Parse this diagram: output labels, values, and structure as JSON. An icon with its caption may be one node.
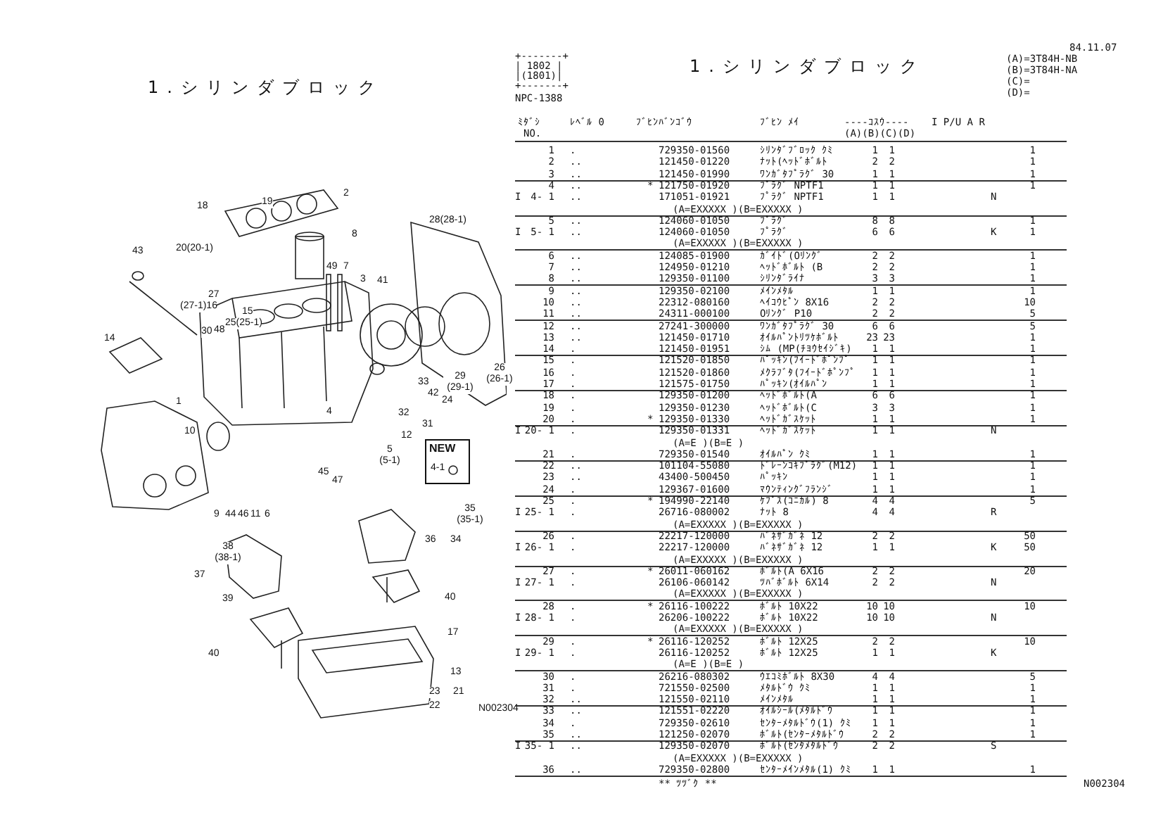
{
  "diagram": {
    "nodes": [
      {
        "text": [
          "NEW",
          "4-1"
        ]
      }
    ],
    "labels": [
      "1.シリンダブロック",
      "2",
      "18",
      "19",
      "28(28-1)",
      "8",
      "43",
      "20(20-1)",
      "49",
      "7",
      "3",
      "41",
      "27",
      "(27-1)16",
      "15",
      "25(25-1)",
      "30",
      "48",
      "14",
      "26 (26-1)",
      "29 (29-1)",
      "24",
      "42",
      "33",
      "1",
      "4",
      "32",
      "31",
      "10",
      "12",
      "5 (5-1)",
      "45",
      "47",
      "9",
      "44",
      "46",
      "11",
      "6",
      "35 (35-1)",
      "36",
      "34",
      "38 (38-1)",
      "37",
      "39",
      "40",
      "17",
      "40",
      "13",
      "23",
      "21",
      "22",
      "N002304",
      "+-------+",
      "| 1802 |",
      "|(1801)|",
      "+-------+",
      "NPC-1388",
      "1.シリンダブロック",
      "84.11.07",
      "(A)=3T84H-NB",
      "(B)=3T84H-NA",
      "(C)=",
      "(D)=",
      "ﾐﾀﾞｼ",
      "ﾚﾍﾞﾙ 0",
      "ﾌﾞﾋﾝﾊﾞﾝｺﾞｳ",
      "ﾌﾞﾋﾝ ﾒｲ",
      "----ｺｽｳ----",
      "I P/U A R",
      "NO.",
      "(A)(B)(C)(D)",
      "1",
      ".",
      "729350-01560",
      "ｼﾘﾝﾀﾞﾌﾞﾛｯｸ ｸﾐ",
      "1",
      "1",
      "1",
      "2",
      "..",
      "121450-01220",
      "ﾅｯﾄ(ﾍｯﾄﾞﾎﾞﾙﾄ",
      "2",
      "2",
      "1",
      "3",
      "..",
      "121450-01990",
      "ﾜﾝｶﾞﾀﾌﾟﾗｸﾞ 30",
      "1",
      "1",
      "1",
      "4",
      "..",
      "*",
      "121750-01920",
      "ﾌﾟﾗｸﾞ NPTF1",
      "1",
      "1",
      "1",
      "I",
      "4- 1",
      "..",
      "171051-01921",
      "ﾌﾟﾗｸﾞ NPTF1",
      "1",
      "1",
      "N",
      "(A=EXXXXX )(B=EXXXXX )",
      "5",
      "..",
      "124060-01050",
      "ﾌﾟﾗｸﾞ",
      "8",
      "8",
      "1",
      "I",
      "5- 1",
      "..",
      "124060-01050",
      "ﾌﾟﾗｸﾞ",
      "6",
      "6",
      "K",
      "1",
      "(A=EXXXXX )(B=EXXXXX )",
      "6",
      "..",
      "124085-01900",
      "ｶﾞｲﾄﾞ(Oﾘﾝｸﾞ",
      "2",
      "2",
      "1",
      "7",
      "..",
      "124950-01210",
      "ﾍｯﾄﾞﾎﾞﾙﾄ (B",
      "2",
      "2",
      "1",
      "8",
      "..",
      "129350-01100",
      "ｼﾘﾝﾀﾞﾗｲﾅ",
      "3",
      "3",
      "1",
      "9",
      "..",
      "129350-02100",
      "ﾒｲﾝﾒﾀﾙ",
      "1",
      "1",
      "1",
      "10",
      "..",
      "22312-080160",
      "ﾍｲｺｳﾋﾟﾝ 8X16",
      "2",
      "2",
      "10",
      "11",
      "..",
      "24311-000100",
      "Oﾘﾝｸﾞ P10",
      "2",
      "2",
      "5",
      "12",
      "..",
      "27241-300000",
      "ﾜﾝｶﾞﾀﾌﾟﾗｸﾞ 30",
      "6",
      "6",
      "5",
      "13",
      "..",
      "121450-01710",
      "ｵｲﾙﾊﾟﾝﾄﾘﾂｹﾎﾞﾙﾄ",
      "23",
      "23",
      "1",
      "14",
      ".",
      "121450-01951",
      "ｼﾑ (MP(ﾁﾖｳｾｲｼﾞｷ)",
      "1",
      "1",
      "1",
      "15",
      ".",
      "121520-01850",
      "ﾊﾟｯｷﾝ(ﾌｲｰﾄﾞﾎﾟﾝﾌﾟ",
      "1",
      "1",
      "1",
      "16",
      ".",
      "121520-01860",
      "ﾒｸﾗﾌﾞﾀ(ﾌｲｰﾄﾞﾎﾟﾝﾌﾟ",
      "1",
      "1",
      "1",
      "17",
      ".",
      "121575-01750",
      "ﾊﾟｯｷﾝ(ｵｲﾙﾊﾟﾝ",
      "1",
      "1",
      "1",
      "18",
      ".",
      "129350-01200",
      "ﾍｯﾄﾞﾎﾞﾙﾄ(A",
      "6",
      "6",
      "1",
      "19",
      ".",
      "129350-01230",
      "ﾍｯﾄﾞﾎﾞﾙﾄ(C",
      "3",
      "3",
      "1",
      "20",
      ".",
      "*",
      "129350-01330",
      "ﾍｯﾄﾞｶﾞｽｹｯﾄ",
      "1",
      "1",
      "1",
      "I",
      "20- 1",
      ".",
      "129350-01331",
      "ﾍｯﾄﾞｶﾞｽｹｯﾄ",
      "1",
      "1",
      "N",
      "(A=E )(B=E )",
      "21",
      ".",
      "729350-01540",
      "ｵｲﾙﾊﾟﾝ ｸﾐ",
      "1",
      "1",
      "1",
      "22",
      "..",
      "101104-55080",
      "ﾄﾞﾚｰﾝｺｷﾌﾟﾗｸﾞ(M12)",
      "1",
      "1",
      "1",
      "23",
      "..",
      "43400-500450",
      "ﾊﾟｯｷﾝ",
      "1",
      "1",
      "1",
      "24",
      ".",
      "129367-01600",
      "ﾏｳﾝﾃｨﾝｸﾞﾌﾗﾝｼﾞ",
      "1",
      "1",
      "1",
      "25",
      ".",
      "*",
      "194990-22140",
      "ｹﾌﾟｽ(ｺﾆｶﾙ) 8",
      "4",
      "4",
      "5",
      "I",
      "25- 1",
      ".",
      "26716-080002",
      "ﾅｯﾄ 8",
      "4",
      "4",
      "R",
      "(A=EXXXXX )(B=EXXXXX )",
      "26",
      ".",
      "22217-120000",
      "ﾊﾞﾈｻﾞｶﾞﾈ 12",
      "2",
      "2",
      "50",
      "I",
      "26- 1",
      ".",
      "22217-120000",
      "ﾊﾞﾈｻﾞｶﾞﾈ 12",
      "1",
      "1",
      "K",
      "50",
      "(A=EXXXXX )(B=EXXXXX )",
      "27",
      ".",
      "*",
      "26011-060162",
      "ﾎﾞﾙﾄ(A 6X16",
      "2",
      "2",
      "20",
      "I",
      "27- 1",
      ".",
      "26106-060142",
      "ﾂﾊﾞﾎﾞﾙﾄ 6X14",
      "2",
      "2",
      "N",
      "(A=EXXXXX )(B=EXXXXX )",
      "28",
      ".",
      "*",
      "26116-100222",
      "ﾎﾞﾙﾄ 10X22",
      "10",
      "10",
      "10",
      "I",
      "28- 1",
      ".",
      "26206-100222",
      "ﾎﾞﾙﾄ 10X22",
      "10",
      "10",
      "N",
      "(A=EXXXXX )(B=EXXXXX )",
      "29",
      ".",
      "*",
      "26116-120252",
      "ﾎﾞﾙﾄ 12X25",
      "2",
      "2",
      "10",
      "I",
      "29- 1",
      ".",
      "26116-120252",
      "ﾎﾞﾙﾄ 12X25",
      "1",
      "1",
      "K",
      "(A=E )(B=E )",
      "30",
      ".",
      "26216-080302",
      "ｳｴｺﾐﾎﾞﾙﾄ 8X30",
      "4",
      "4",
      "5",
      "31",
      ".",
      "721550-02500",
      "ﾒﾀﾙﾄﾞｳ ｸﾐ",
      "1",
      "1",
      "1",
      "32",
      "..",
      "121550-02110",
      "ﾒｲﾝﾒﾀﾙ",
      "1",
      "1",
      "1",
      "33",
      "..",
      "121551-02220",
      "ｵｲﾙｼｰﾙ(ﾒﾀﾙﾄﾞｳ",
      "1",
      "1",
      "1",
      "34",
      ".",
      "729350-02610",
      "ｾﾝﾀｰﾒﾀﾙﾄﾞｳ(1) ｸﾐ",
      "1",
      "1",
      "1",
      "35",
      "..",
      "121250-02070",
      "ﾎﾞﾙﾄ(ｾﾝﾀｰﾒﾀﾙﾄﾞｳ",
      "2",
      "2",
      "1",
      "I",
      "35- 1",
      "..",
      "129350-02070",
      "ﾎﾞﾙﾄ(ｾﾝﾀﾒﾀﾙﾄﾞｳ",
      "2",
      "2",
      "S",
      "(A=EXXXXX )(B=EXXXXX )",
      "36",
      "..",
      "729350-02800",
      "ｾﾝﾀｰﾒｲﾝﾒﾀﾙ(1) ｸﾐ",
      "1",
      "1",
      "1",
      "** ﾂﾂﾞｸ **",
      "N002304"
    ]
  }
}
